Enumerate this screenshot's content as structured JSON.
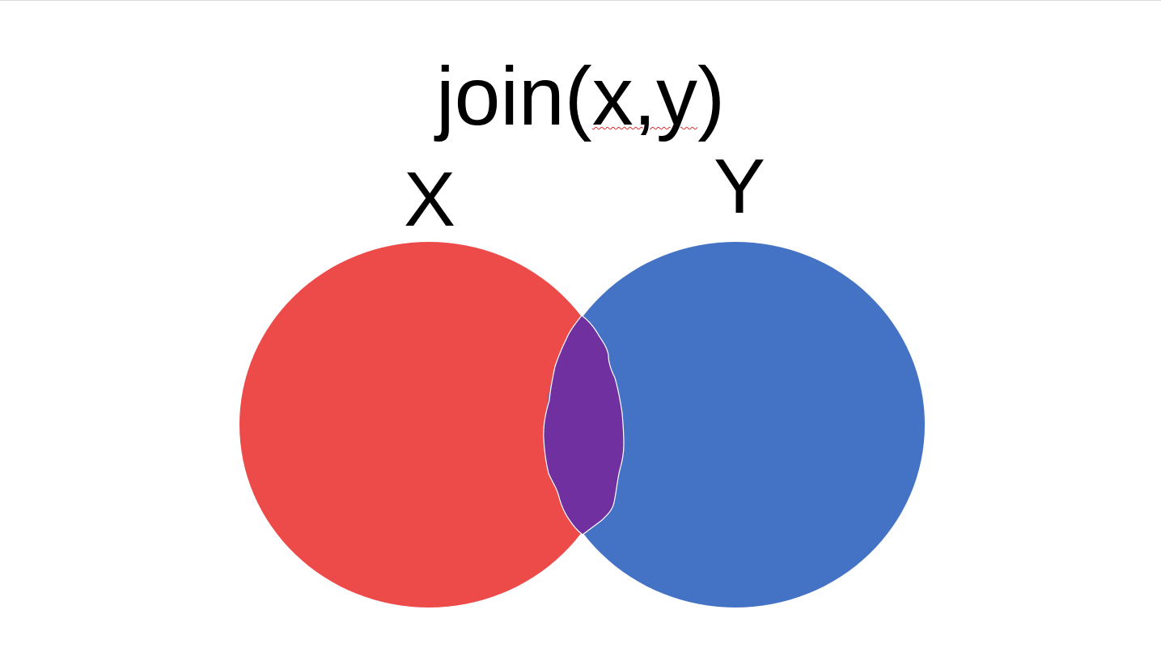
{
  "diagram": {
    "title_prefix": "join(",
    "title_args": "x,y",
    "title_suffix": ")",
    "sets": [
      {
        "label": "X",
        "color": "#ED4A4A"
      },
      {
        "label": "Y",
        "color": "#4472C4"
      }
    ],
    "intersection_color": "#7030A0"
  }
}
